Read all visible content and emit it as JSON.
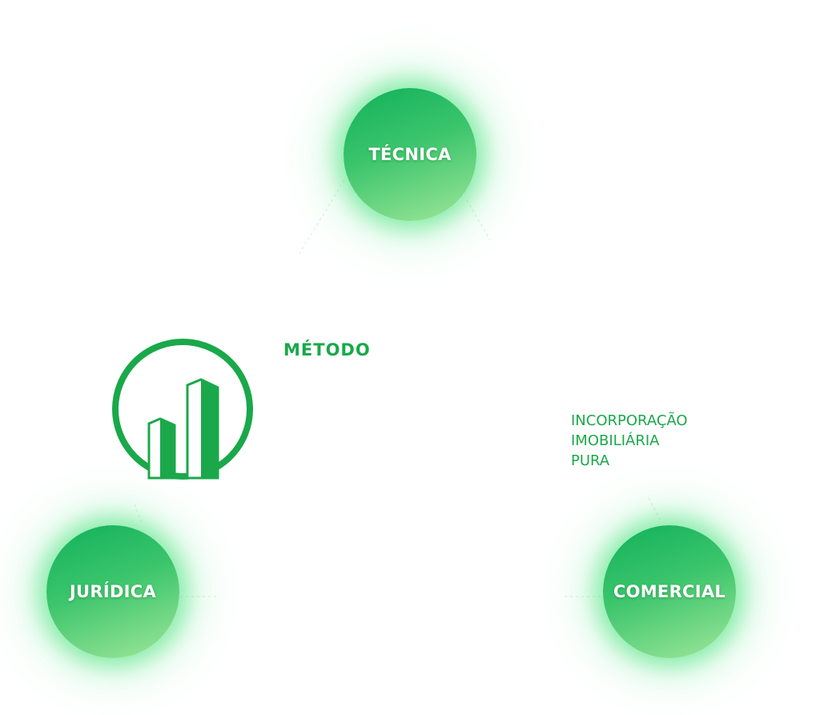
{
  "diagram": {
    "nodes": [
      {
        "id": "tecnica",
        "label": "TÉCNICA"
      },
      {
        "id": "juridica",
        "label": "JURÍDICA"
      },
      {
        "id": "comercial",
        "label": "COMERCIAL"
      }
    ],
    "center_label": "MÉTODO",
    "side_label_lines": [
      "INCORPORAÇÃO",
      "IMOBILIÁRIA",
      "PURA"
    ]
  },
  "colors": {
    "brand_green": "#1aa84a",
    "node_gradient_top": "#10b15b",
    "node_gradient_bottom": "#9fe79a",
    "node_text": "#ffffff"
  },
  "icons": {
    "logo": "building-chart-icon"
  }
}
